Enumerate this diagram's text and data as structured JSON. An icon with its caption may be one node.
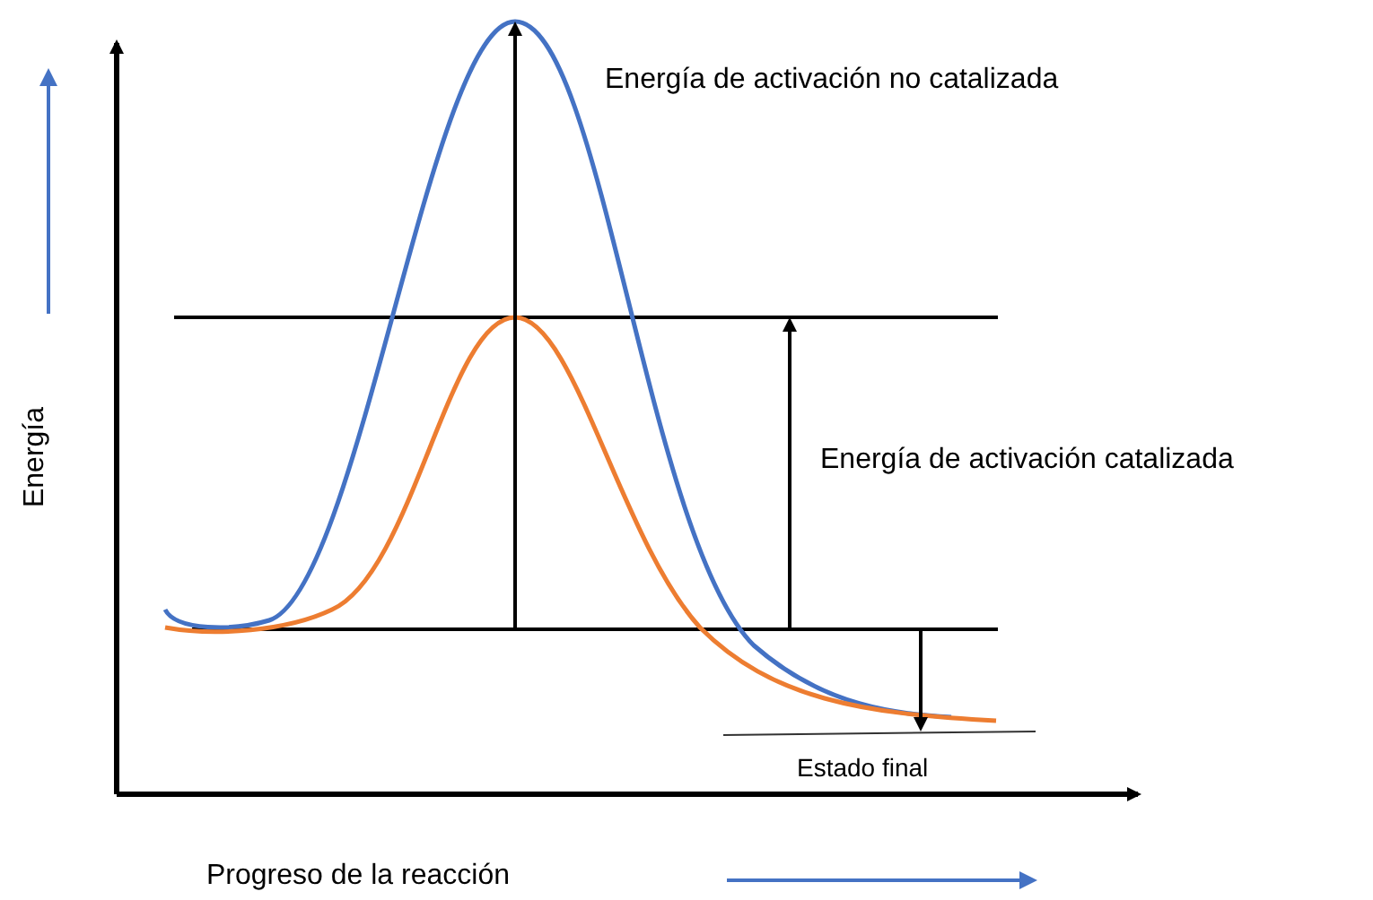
{
  "diagram": {
    "labels": [
      "Energía de activación no catalizada",
      "Energía de activación catalizada",
      "Energía",
      "Estado final",
      "Progreso de la reacción"
    ]
  }
}
